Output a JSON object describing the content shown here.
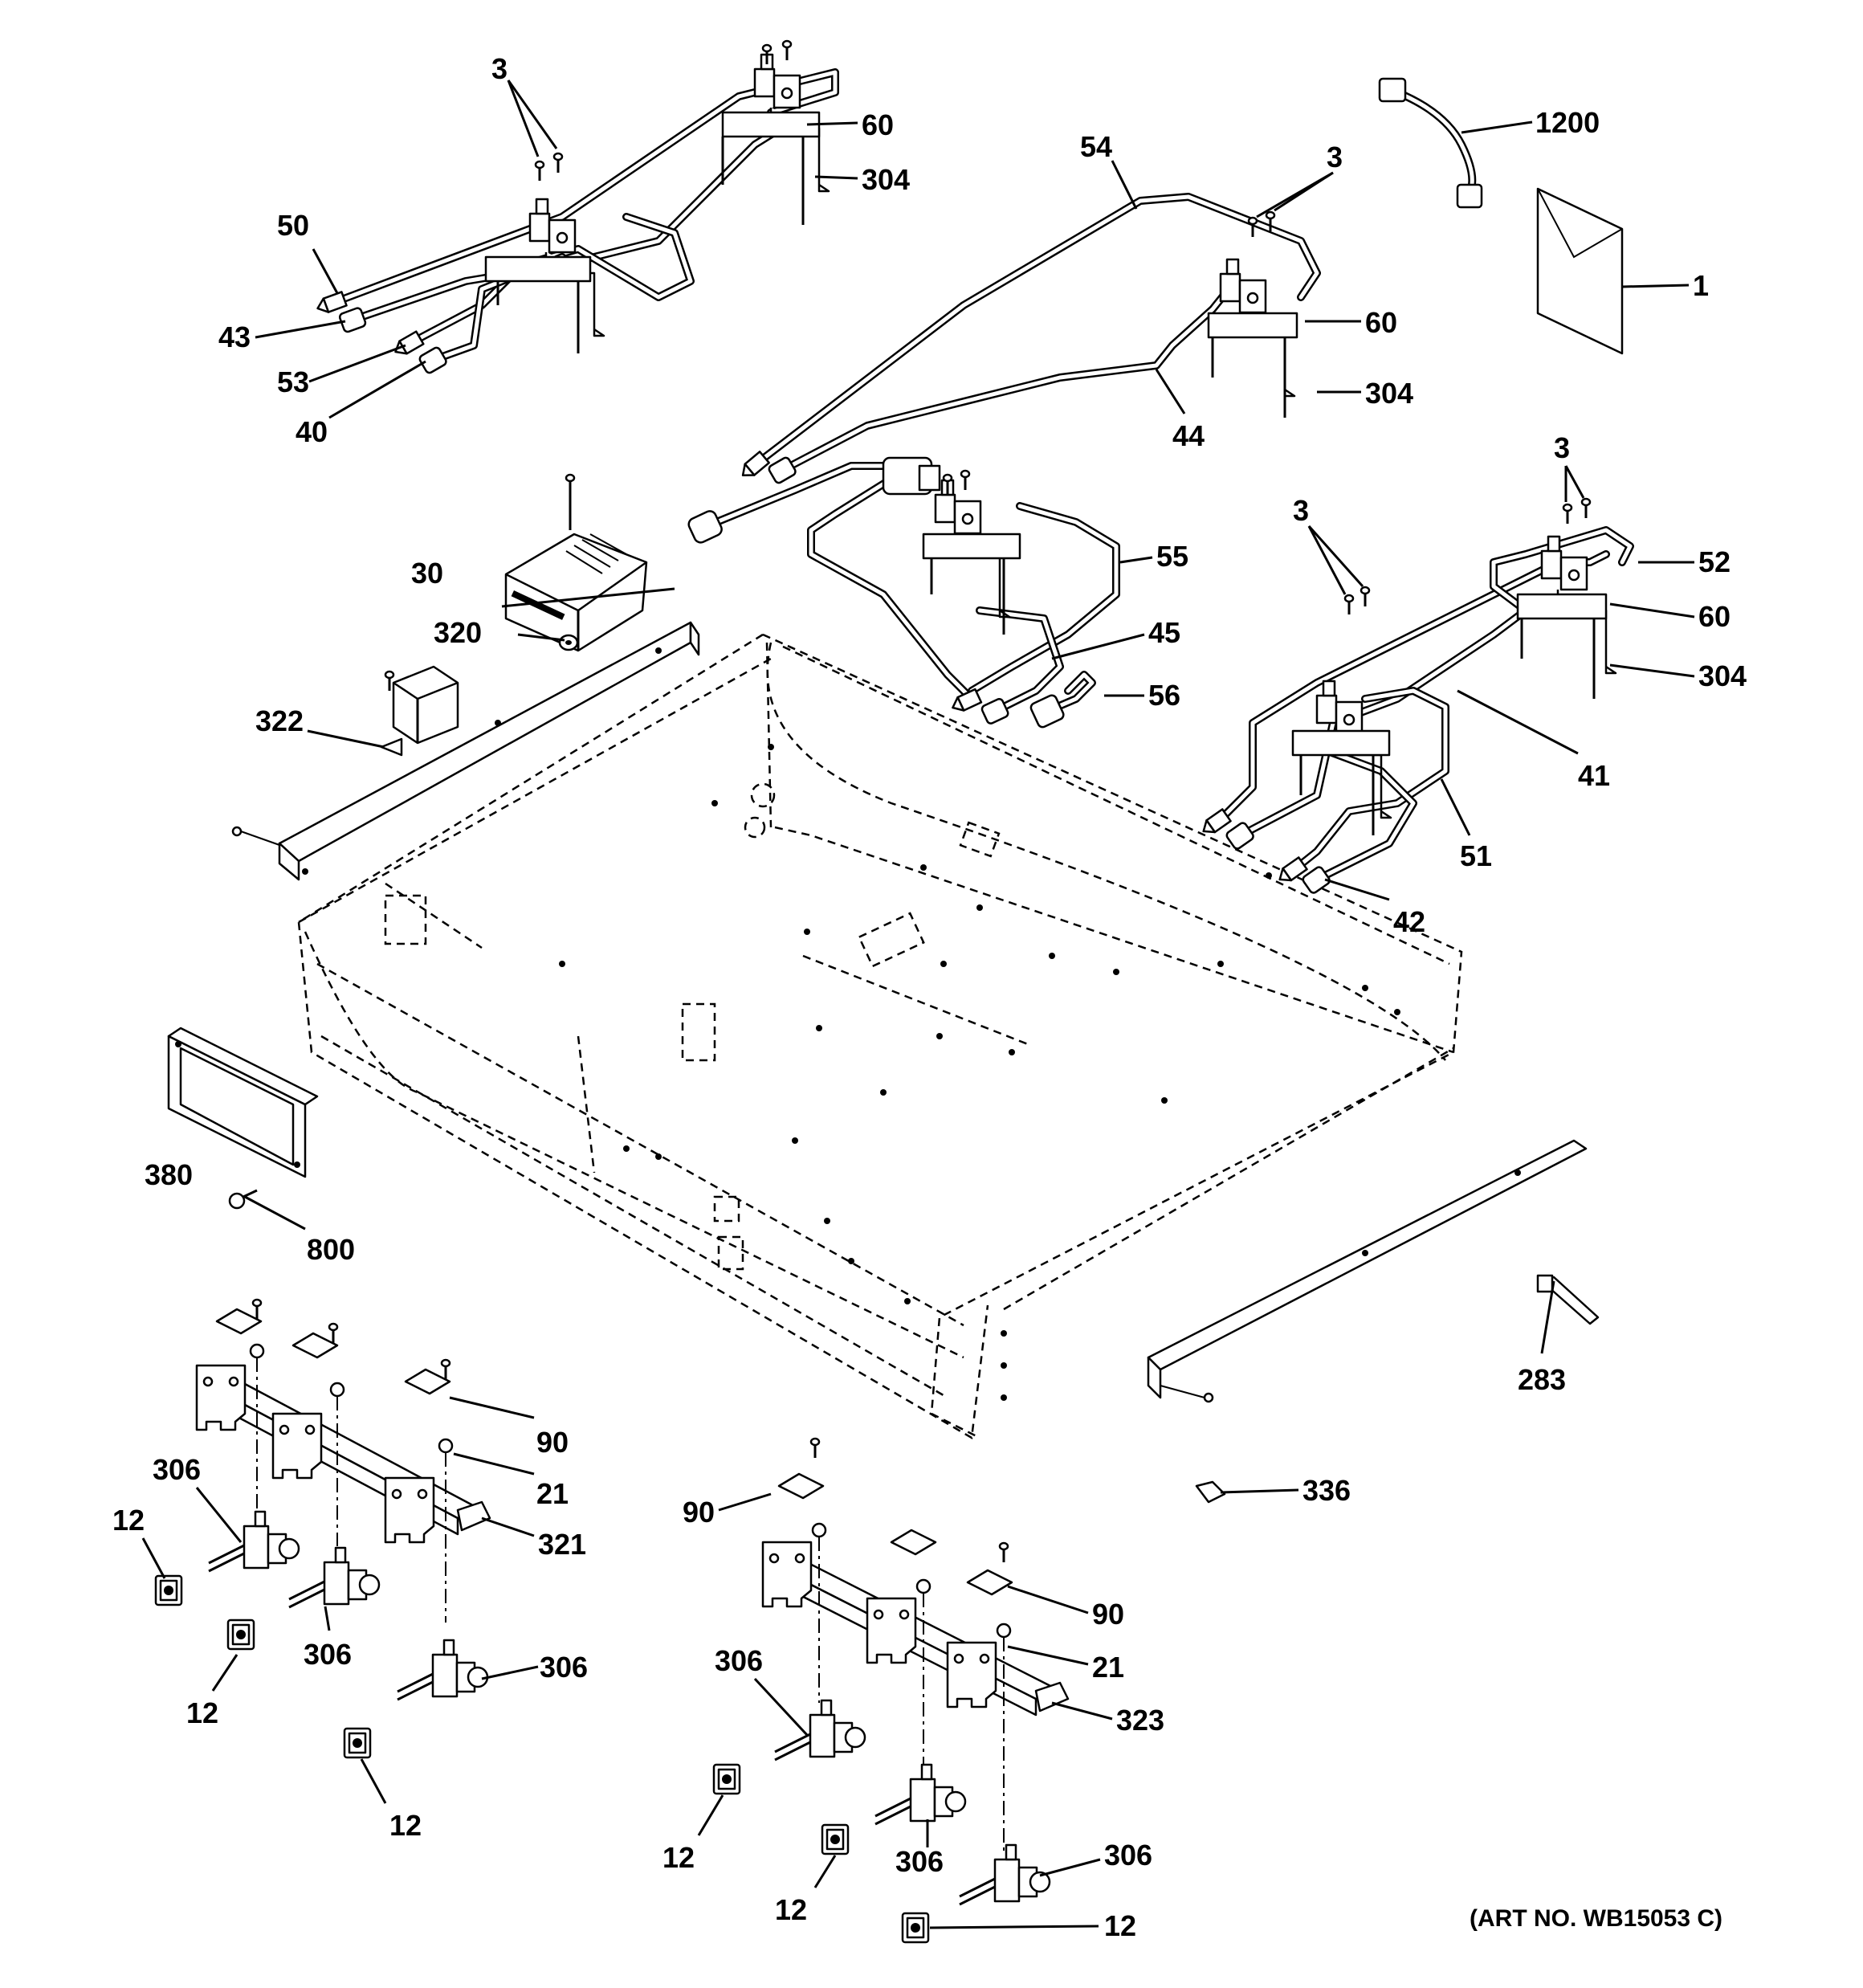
{
  "diagram": {
    "art_number": "(ART NO. WB15053 C)",
    "callouts": {
      "c1": "1",
      "c3": "3",
      "c12": "12",
      "c21": "21",
      "c30": "30",
      "c40": "40",
      "c41": "41",
      "c42": "42",
      "c43": "43",
      "c44": "44",
      "c45": "45",
      "c50": "50",
      "c51": "51",
      "c52": "52",
      "c53": "53",
      "c54": "54",
      "c55": "55",
      "c56": "56",
      "c60": "60",
      "c90": "90",
      "c283": "283",
      "c304": "304",
      "c306": "306",
      "c320": "320",
      "c321": "321",
      "c322": "322",
      "c323": "323",
      "c336": "336",
      "c380": "380",
      "c800": "800",
      "c1200": "1200"
    }
  }
}
